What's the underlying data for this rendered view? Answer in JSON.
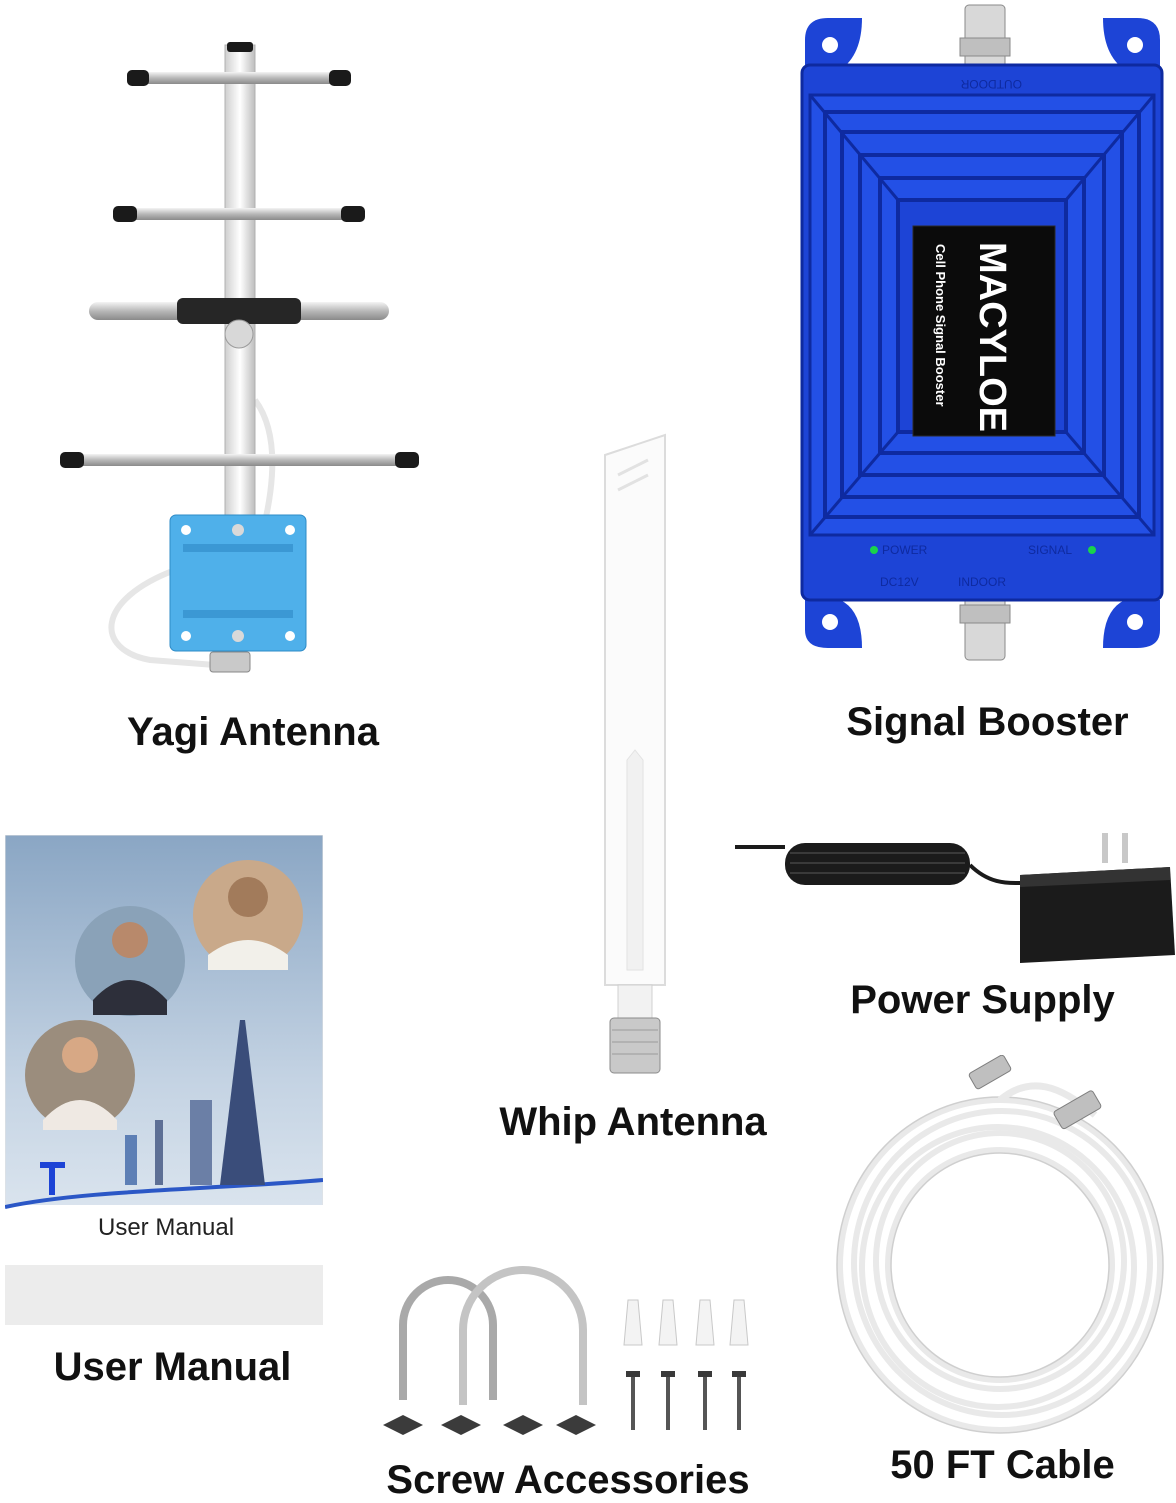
{
  "colors": {
    "booster_blue": "#1d44d6",
    "booster_dark": "#0e2aa0",
    "patch_blue": "#4fb0ea",
    "cable_white": "#f1f1f1",
    "adapter_black": "#1b1b1b",
    "led_green": "#19d34b"
  },
  "items": {
    "yagi_antenna": {
      "label": "Yagi Antenna"
    },
    "signal_booster": {
      "label": "Signal Booster",
      "brand": "MACYLOE",
      "subtitle": "Cell Phone Signal Booster",
      "port_outdoor": "OUTDOOR",
      "port_indoor": "INDOOR",
      "led_power": "POWER",
      "led_signal": "SIGNAL",
      "dc_label": "DC12V"
    },
    "whip_antenna": {
      "label": "Whip Antenna"
    },
    "power_supply": {
      "label": "Power Supply"
    },
    "user_manual": {
      "label": "User Manual",
      "cover_text": "User Manual"
    },
    "screw_accessories": {
      "label": "Screw Accessories"
    },
    "cable": {
      "label": "50 FT Cable"
    }
  },
  "icons": [
    "yagi-antenna-icon",
    "signal-booster-icon",
    "whip-antenna-icon",
    "power-adapter-icon",
    "manual-cover-icon",
    "u-bolt-icon",
    "screw-icon",
    "coax-cable-icon"
  ]
}
